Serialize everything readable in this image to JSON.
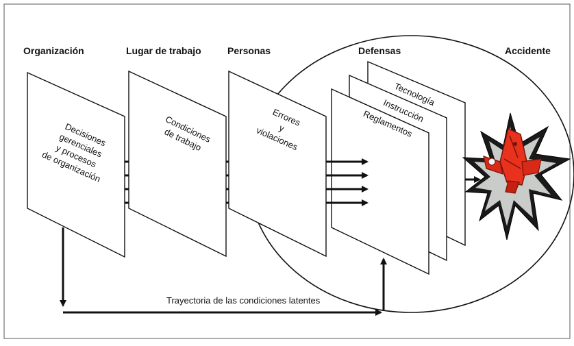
{
  "headers": {
    "organizacion": "Organización",
    "lugar": "Lugar de trabajo",
    "personas": "Personas",
    "defensas": "Defensas",
    "accidente": "Accidente"
  },
  "panels": {
    "org": [
      "Decisiones",
      "gerenciales",
      "y procesos",
      "de organización"
    ],
    "lugar": [
      "Condiciones",
      "de trabajo"
    ],
    "personas": [
      "Errores",
      "y",
      "violaciones"
    ],
    "tecnologia": "Tecnología",
    "instruccion": "Instrucción",
    "reglamentos": "Reglamentos"
  },
  "trajectory_label": "Trayectoria de las condiciones latentes",
  "icons": {
    "accident": "explosion-icon"
  }
}
